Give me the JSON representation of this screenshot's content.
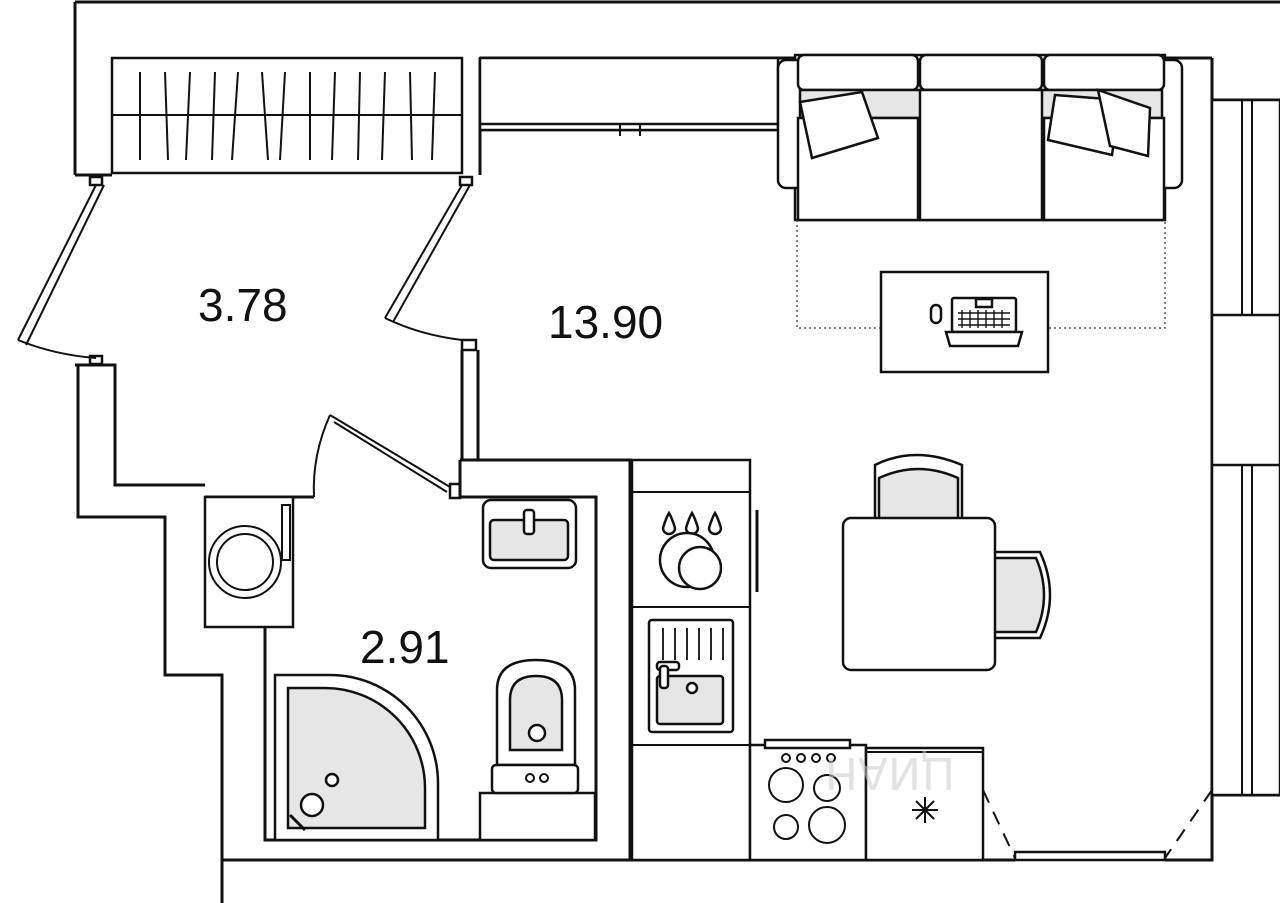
{
  "plan": {
    "rooms": [
      {
        "id": "hall",
        "area_label": "3.78"
      },
      {
        "id": "living",
        "area_label": "13.90"
      },
      {
        "id": "bathroom",
        "area_label": "2.91"
      }
    ],
    "watermark": "ЦИАН",
    "colors": {
      "line": "#111111",
      "fixture_fill": "#e6e6e6",
      "background": "#ffffff"
    }
  }
}
